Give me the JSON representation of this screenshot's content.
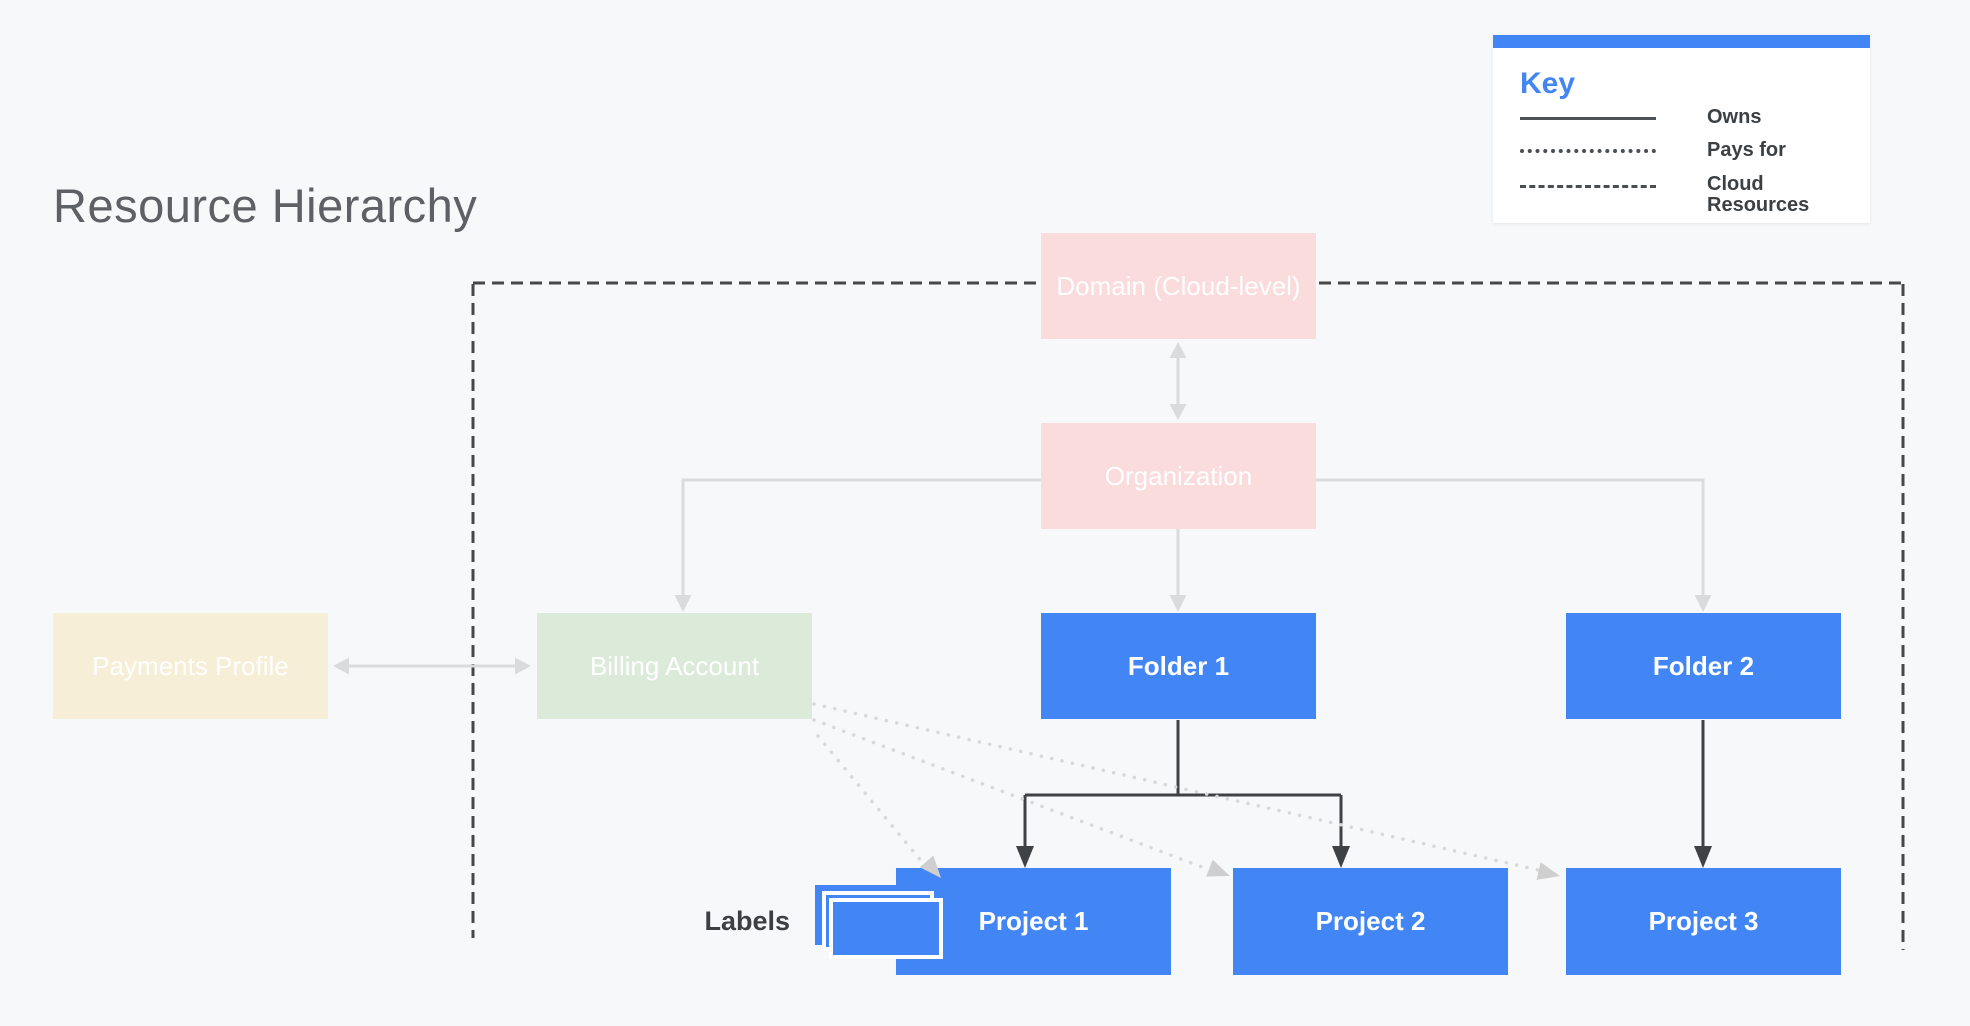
{
  "title": "Resource Hierarchy",
  "key": {
    "heading": "Key",
    "items": [
      {
        "style": "solid",
        "label": "Owns"
      },
      {
        "style": "dotted",
        "label": "Pays for"
      },
      {
        "style": "dashed",
        "label": "Cloud Resources"
      }
    ]
  },
  "nodes": [
    {
      "id": "domain",
      "label": "Domain (Cloud-level)",
      "color_role": "pink"
    },
    {
      "id": "organization",
      "label": "Organization",
      "color_role": "pink"
    },
    {
      "id": "payments-profile",
      "label": "Payments Profile",
      "color_role": "cream"
    },
    {
      "id": "billing-account",
      "label": "Billing Account",
      "color_role": "green"
    },
    {
      "id": "folder-1",
      "label": "Folder 1",
      "color_role": "blue"
    },
    {
      "id": "folder-2",
      "label": "Folder 2",
      "color_role": "blue"
    },
    {
      "id": "project-1",
      "label": "Project 1",
      "color_role": "blue"
    },
    {
      "id": "project-2",
      "label": "Project 2",
      "color_role": "blue"
    },
    {
      "id": "project-3",
      "label": "Project 3",
      "color_role": "blue"
    }
  ],
  "labels_caption": "Labels",
  "relationships": [
    {
      "from": "Domain (Cloud-level)",
      "to": "Organization",
      "type": "owns",
      "bidirectional": true
    },
    {
      "from": "Organization",
      "to": "Billing Account",
      "type": "owns"
    },
    {
      "from": "Organization",
      "to": "Folder 1",
      "type": "owns"
    },
    {
      "from": "Organization",
      "to": "Folder 2",
      "type": "owns"
    },
    {
      "from": "Payments Profile",
      "to": "Billing Account",
      "type": "owns",
      "bidirectional": true
    },
    {
      "from": "Folder 1",
      "to": "Project 1",
      "type": "owns"
    },
    {
      "from": "Folder 1",
      "to": "Project 2",
      "type": "owns"
    },
    {
      "from": "Folder 2",
      "to": "Project 3",
      "type": "owns"
    },
    {
      "from": "Billing Account",
      "to": "Project 1",
      "type": "pays_for"
    },
    {
      "from": "Billing Account",
      "to": "Project 2",
      "type": "pays_for"
    },
    {
      "from": "Billing Account",
      "to": "Project 3",
      "type": "pays_for"
    },
    {
      "boundary": "Cloud Resources",
      "style": "dashed",
      "passes_through": "Domain (Cloud-level)"
    }
  ],
  "colors": {
    "background": "#f7f8fa",
    "accent_blue": "#4285f4",
    "node_pink": "#f9dcdb",
    "node_cream": "#f6eed6",
    "node_green": "#dceada",
    "owns_connector_light": "#d9dbdd",
    "owns_connector_dark": "#3f4245",
    "pays_for_dotted": "#d8d8d8",
    "cloud_boundary_dash": "#474747",
    "title_gray": "#5d6065",
    "key_label_gray": "#3c4043"
  }
}
